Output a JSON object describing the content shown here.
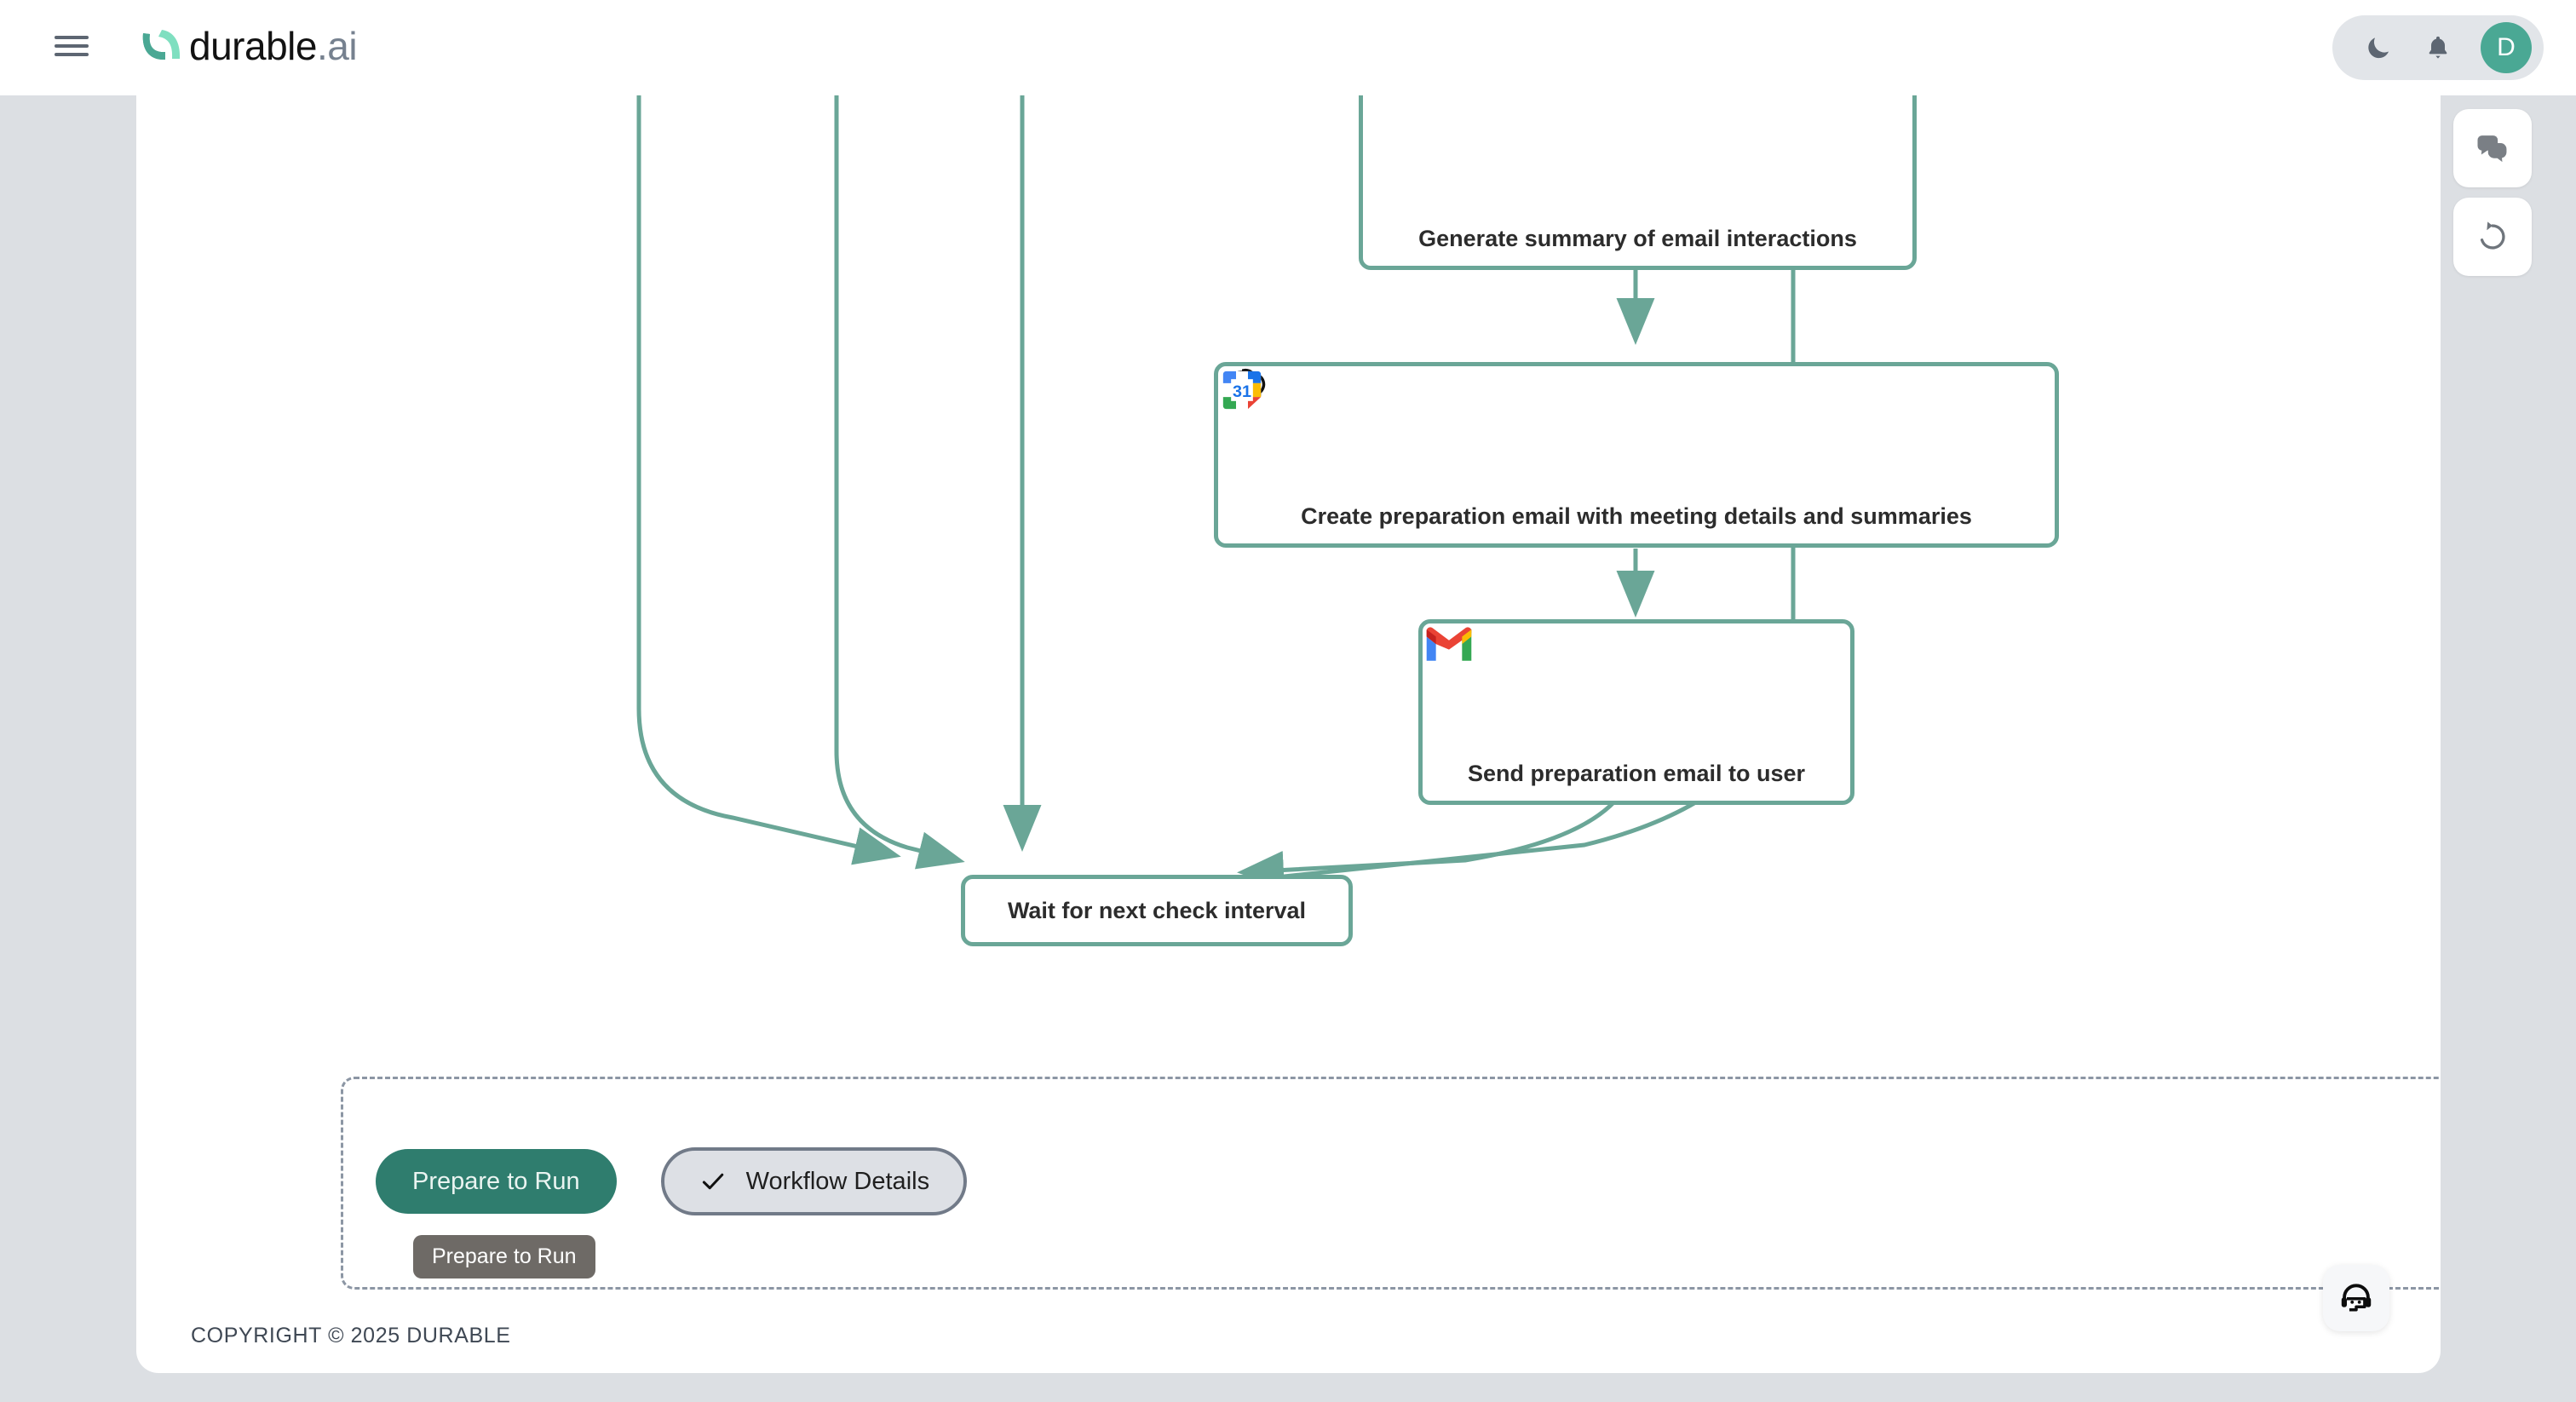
{
  "header": {
    "menu_icon": "hamburger-menu-icon",
    "brand_primary": "durable",
    "brand_secondary": ".ai",
    "theme_icon": "moon-icon",
    "notifications_icon": "bell-icon",
    "avatar_initial": "D"
  },
  "rail": {
    "chat_icon": "chat-bubbles-icon",
    "refresh_icon": "refresh-icon"
  },
  "workflow": {
    "nodes": [
      {
        "id": "generate-summary",
        "label": "Generate summary of email interactions",
        "icons": []
      },
      {
        "id": "create-prep-email",
        "label": "Create preparation email with meeting details and summaries",
        "icons": [
          "openai-icon",
          "google-calendar-icon"
        ]
      },
      {
        "id": "send-prep-email",
        "label": "Send preparation email to user",
        "icons": [
          "gmail-icon"
        ]
      },
      {
        "id": "wait-interval",
        "label": "Wait for next check interval",
        "icons": []
      }
    ],
    "calendar_icon_day": "31",
    "edge_color": "#6aa697"
  },
  "actions": {
    "prepare_to_run_label": "Prepare to Run",
    "workflow_details_label": "Workflow Details",
    "check_icon": "check-icon",
    "tooltip_text": "Prepare to Run"
  },
  "footer": {
    "copyright": "COPYRIGHT © 2025 DURABLE"
  },
  "support": {
    "icon": "headset-support-icon"
  },
  "colors": {
    "brand_green": "#2f7d6e",
    "node_border": "#6aa697",
    "avatar_green": "#4aa894",
    "page_bg": "#dcdfe3"
  }
}
